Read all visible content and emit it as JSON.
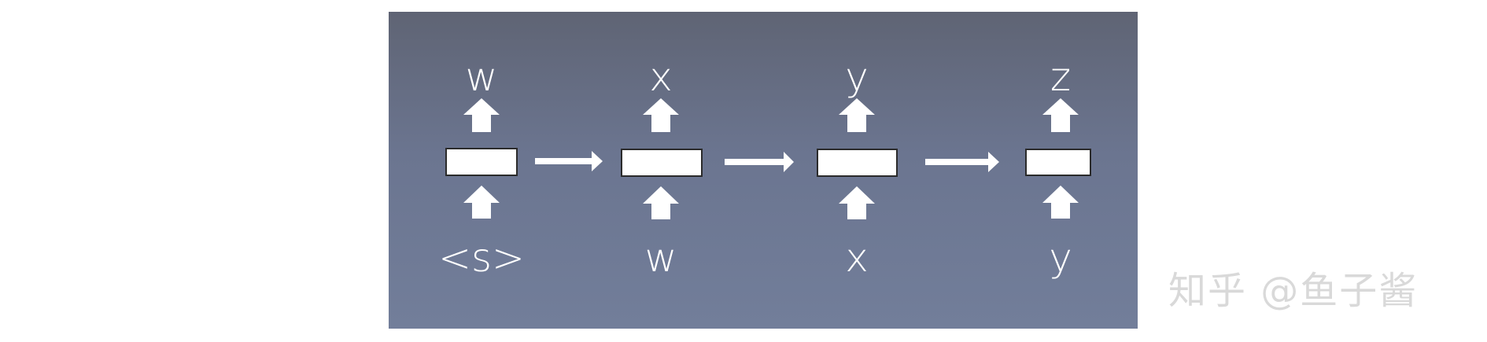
{
  "diagram": {
    "colors": {
      "panel_top": "#5f6474",
      "panel_bottom": "#727e9a",
      "shape_fill": "#ffffff",
      "shape_stroke": "#2b2b2b"
    },
    "steps": [
      {
        "input": "<s>",
        "output": "w"
      },
      {
        "input": "w",
        "output": "x"
      },
      {
        "input": "x",
        "output": "y"
      },
      {
        "input": "y",
        "output": "z"
      }
    ]
  },
  "watermark": {
    "text": "知乎 @鱼子酱"
  }
}
